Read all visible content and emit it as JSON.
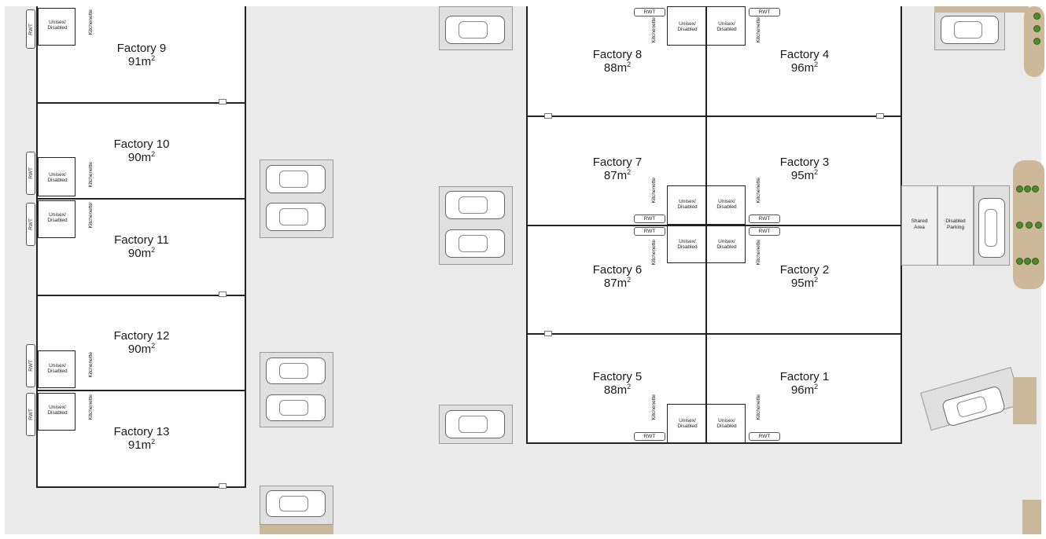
{
  "factories": [
    {
      "name": "Factory 9",
      "area": "91m",
      "unit": "2"
    },
    {
      "name": "Factory 10",
      "area": "90m",
      "unit": "2"
    },
    {
      "name": "Factory 11",
      "area": "90m",
      "unit": "2"
    },
    {
      "name": "Factory 12",
      "area": "90m",
      "unit": "2"
    },
    {
      "name": "Factory 13",
      "area": "91m",
      "unit": "2"
    },
    {
      "name": "Factory 8",
      "area": "88m",
      "unit": "2"
    },
    {
      "name": "Factory 4",
      "area": "96m",
      "unit": "2"
    },
    {
      "name": "Factory 7",
      "area": "87m",
      "unit": "2"
    },
    {
      "name": "Factory 3",
      "area": "95m",
      "unit": "2"
    },
    {
      "name": "Factory 6",
      "area": "87m",
      "unit": "2"
    },
    {
      "name": "Factory 2",
      "area": "95m",
      "unit": "2"
    },
    {
      "name": "Factory 5",
      "area": "88m",
      "unit": "2"
    },
    {
      "name": "Factory 1",
      "area": "96m",
      "unit": "2"
    }
  ],
  "labels": {
    "unisex_line1": "Unisex/",
    "unisex_line2": "Disabled",
    "kitchenette": "Kitchenette",
    "rwt": "RWT",
    "shared_area_1": "Shared",
    "shared_area_2": "Area",
    "disabled_parking_1": "Disabled",
    "disabled_parking_2": "Parking"
  }
}
